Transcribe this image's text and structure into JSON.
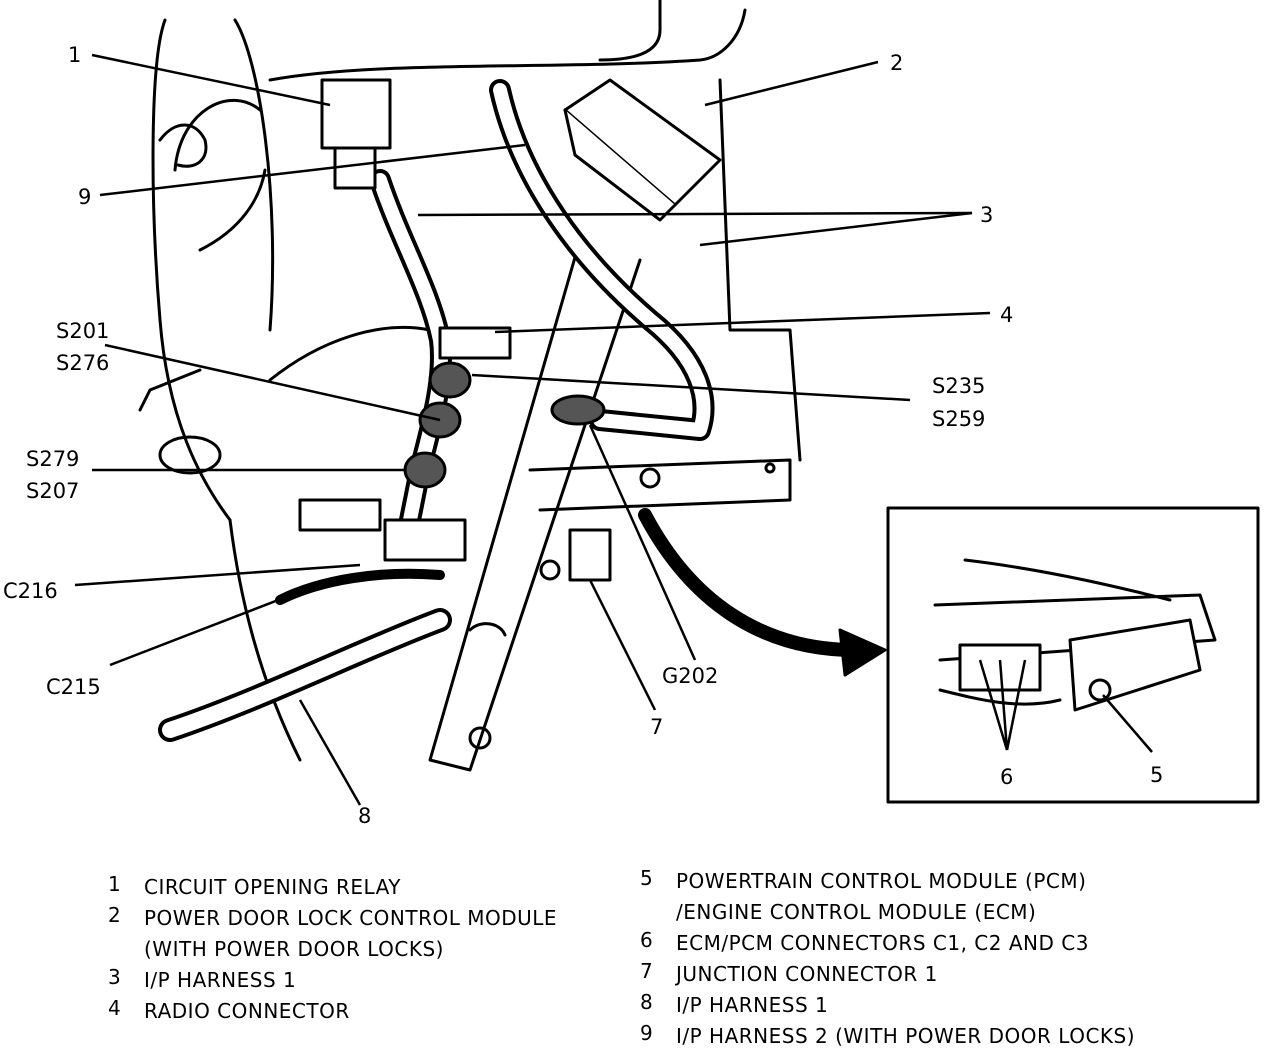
{
  "callouts": {
    "c1": "1",
    "c2": "2",
    "c3": "3",
    "c4": "4",
    "c5": "5",
    "c6": "6",
    "c7": "7",
    "c8": "8",
    "c9": "9",
    "s201": "S201",
    "s276": "S276",
    "s235": "S235",
    "s259": "S259",
    "s279": "S279",
    "s207": "S207",
    "c216": "C216",
    "c215": "C215",
    "g202": "G202"
  },
  "legend": [
    {
      "num": "1",
      "lines": [
        "CIRCUIT OPENING RELAY"
      ]
    },
    {
      "num": "2",
      "lines": [
        "POWER DOOR LOCK CONTROL MODULE",
        "(WITH POWER DOOR LOCKS)"
      ]
    },
    {
      "num": "3",
      "lines": [
        "I/P HARNESS 1"
      ]
    },
    {
      "num": "4",
      "lines": [
        "RADIO CONNECTOR"
      ]
    },
    {
      "num": "5",
      "lines": [
        "POWERTRAIN CONTROL MODULE (PCM)",
        "/ENGINE CONTROL MODULE (ECM)"
      ]
    },
    {
      "num": "6",
      "lines": [
        "ECM/PCM CONNECTORS C1, C2 AND C3"
      ]
    },
    {
      "num": "7",
      "lines": [
        "JUNCTION CONNECTOR 1"
      ]
    },
    {
      "num": "8",
      "lines": [
        "I/P HARNESS 1"
      ]
    },
    {
      "num": "9",
      "lines": [
        "I/P HARNESS 2 (WITH POWER DOOR LOCKS)"
      ]
    }
  ]
}
